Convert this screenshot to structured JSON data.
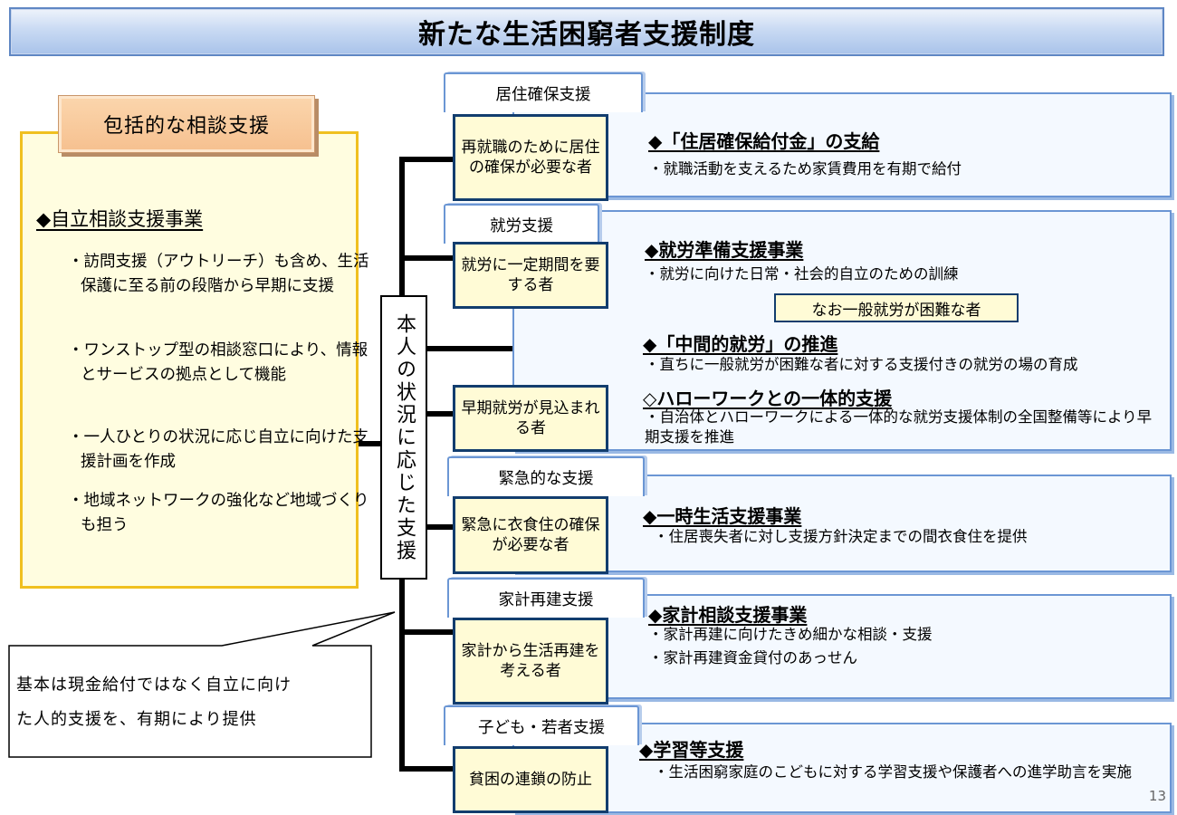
{
  "title": "新たな生活困窮者支援制度",
  "left": {
    "heading": "包括的な相談支援",
    "subtitle": "◆自立相談支援事業",
    "items": [
      "・訪問支援（アウトリーチ）も含め、生活保護に至る前の段階から早期に支援",
      "・ワンストップ型の相談窓口により、情報とサービスの拠点として機能",
      "・一人ひとりの状況に応じ自立に向けた支援計画を作成",
      "・地域ネットワークの強化など地域づくりも担う"
    ]
  },
  "callout": {
    "line1": "基本は現金給付ではなく自立に向け",
    "line2": "た人的支援を、有期により提供"
  },
  "center_label": "本人の状況に応じた支援",
  "sections": {
    "housing": {
      "tab": "居住確保支援",
      "target": "再就職のために居住の確保が必要な者",
      "heading": "◆「住居確保給付金」の支給",
      "desc": "・就職活動を支えるため家賃費用を有期で給付"
    },
    "employment": {
      "tab": "就労支援",
      "target": "就労に一定期間を要する者",
      "heading": "◆就労準備支援事業",
      "desc": "・就労に向けた日常・社会的自立のための訓練",
      "note": "なお一般就労が困難な者",
      "heading2": "◆「中間的就労」の推進",
      "desc2": "・直ちに一般就労が困難な者に対する支援付きの就労の場の育成",
      "target3": "早期就労が見込まれる者",
      "heading3": "◇ハローワークとの一体的支援",
      "desc3": "・自治体とハローワークによる一体的な就労支援体制の全国整備等により早期支援を推進"
    },
    "emergency": {
      "tab": "緊急的な支援",
      "target": "緊急に衣食住の確保が必要な者",
      "heading": "◆一時生活支援事業",
      "desc": "・住居喪失者に対し支援方針決定までの間衣食住を提供"
    },
    "household": {
      "tab": "家計再建支援",
      "target": "家計から生活再建を考える者",
      "heading": "◆家計相談支援事業",
      "desc1": "・家計再建に向けたきめ細かな相談・支援",
      "desc2": "・家計再建資金貸付のあっせん"
    },
    "children": {
      "tab": "子ども・若者支援",
      "target": "貧困の連鎖の防止",
      "heading": "◆学習等支援",
      "desc": "・生活困窮家庭のこどもに対する学習支援や保護者への進学助言を実施"
    }
  },
  "page_number": "13"
}
